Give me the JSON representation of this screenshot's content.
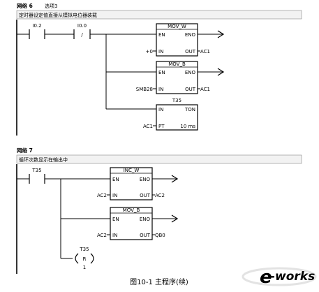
{
  "networks": [
    {
      "title": "网络 6",
      "subtitle": "选项3",
      "comment": "定时器设定值直接从模拟电位器装载",
      "contacts": [
        {
          "address": "I0.2",
          "type": "NO"
        },
        {
          "address": "I0.0",
          "type": "NC",
          "symbol": "/"
        }
      ],
      "blocks": [
        {
          "name": "MOV_W",
          "en": "EN",
          "eno": "ENO",
          "in_label": "IN",
          "out_label": "OUT",
          "in_value": "+0",
          "out_value": "AC1"
        },
        {
          "name": "MOV_B",
          "en": "EN",
          "eno": "ENO",
          "in_label": "IN",
          "out_label": "OUT",
          "in_value": "SMB28",
          "out_value": "AC1"
        },
        {
          "name": "T35",
          "in_label": "IN",
          "type_label": "TON",
          "pt_label": "PT",
          "pt_value": "AC1",
          "time_base": "10 ms"
        }
      ]
    },
    {
      "title": "网络 7",
      "comment": "循环次数显示在输出中",
      "contacts": [
        {
          "address": "T35",
          "type": "NO"
        }
      ],
      "blocks": [
        {
          "name": "INC_W",
          "en": "EN",
          "eno": "ENO",
          "in_label": "IN",
          "out_label": "OUT",
          "in_value": "AC2",
          "out_value": "AC2"
        },
        {
          "name": "MOV_B",
          "en": "EN",
          "eno": "ENO",
          "in_label": "IN",
          "out_label": "OUT",
          "in_value": "AC2",
          "out_value": "QB0"
        }
      ],
      "coil": {
        "address": "T35",
        "symbol": "R",
        "count": "1"
      }
    }
  ],
  "caption": "图10-1   主程序(续)",
  "watermark": {
    "text": "works",
    "mark": "e",
    "dash": "-"
  },
  "colors": {
    "line": "#000000",
    "comment_bg": "#f2f2f2",
    "watermark": "#d9d9d9"
  }
}
